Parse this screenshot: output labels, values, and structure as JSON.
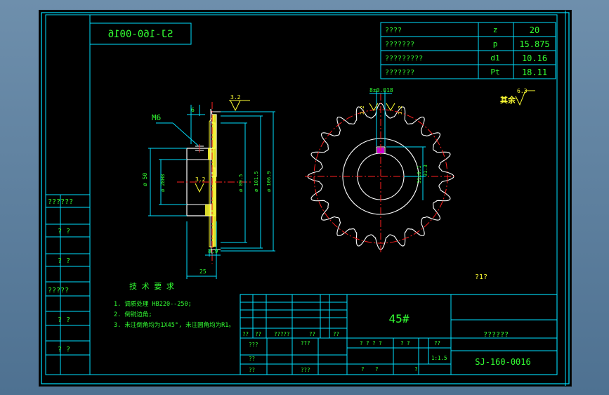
{
  "drawing_number_mirrored": "SJ-160-0016",
  "params_table": [
    {
      "label": "????",
      "symbol": "z",
      "value": "20"
    },
    {
      "label": "???????",
      "symbol": "p",
      "value": "15.875"
    },
    {
      "label": "?????????",
      "symbol": "d1",
      "value": "10.16"
    },
    {
      "label": "???????",
      "symbol": "Pt",
      "value": "18.11"
    }
  ],
  "side_labels": [
    "??????",
    "? ?",
    "? ?",
    "?????",
    "? ?",
    "? ?"
  ],
  "section_dims": {
    "thread": "M6",
    "rough_top": "3.2",
    "rough_mid": "3.2",
    "top_dim": "6",
    "d_left1": "ø 50",
    "d_left2": "ø 28H8",
    "d_mid": "ø 89.5",
    "d_mid2": "ø 101.5",
    "d_out": "ø 106.9",
    "w_small": "8.9",
    "w_total": "25"
  },
  "front_dims": {
    "keyway_width": "8±0.018",
    "rough_l": "3.2",
    "rough_r": "3.2",
    "key_depth": "31.3",
    "key_dim": "31±0.1"
  },
  "rest_mark": {
    "label": "其余",
    "value": "6.3"
  },
  "tech_req": {
    "title": "技 术 要 求",
    "items": [
      "1. 调质处理 HB220--250;",
      "2. 倒锐边角;",
      "3. 未注倒角均为1X45°, 未注圆角均为R1。"
    ]
  },
  "scale_note": "?1?",
  "title_block": {
    "material": "45#",
    "name": "??????",
    "drawing_no": "SJ-160-0016",
    "row_a": [
      "??",
      "??",
      "?????",
      "??",
      "??"
    ],
    "row_b": [
      "???",
      "???"
    ],
    "row_c": [
      "? ? ? ?",
      "? ?",
      "??"
    ],
    "row_d": [
      "??",
      "???"
    ],
    "row_e": [
      "?",
      "?",
      "?",
      "1:1.5"
    ],
    "scale": "1:1.5"
  },
  "colors": {
    "background": "#000000",
    "frame": "#00e0ff",
    "text": "#33ff33",
    "dim": "#ffff33",
    "center": "#ff2020",
    "outline": "#ffffff",
    "marker": "#ff00ff"
  }
}
